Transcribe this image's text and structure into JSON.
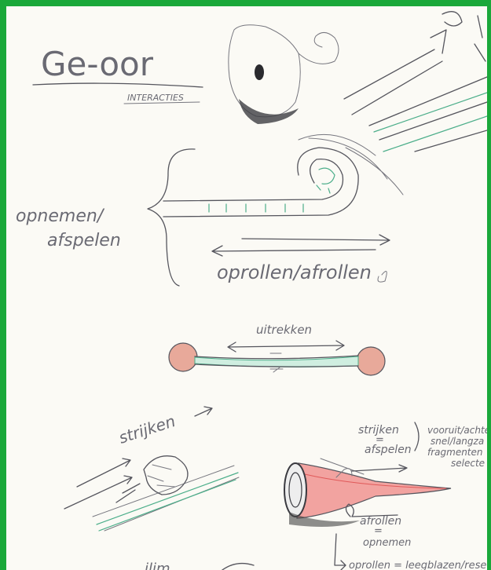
{
  "sketch": {
    "title": "Ge-oor",
    "subtitle": "INTERACTIES",
    "record_label_1": "opnemen/",
    "record_label_2": "afspelen",
    "roll_label": "oprollen/afrollen",
    "stretch_label": "uitrekken",
    "stroke_label": "strijken",
    "note_stroke": "strijken",
    "note_equals_1": "=",
    "note_play": "afspelen",
    "note_options_1": "vooruit/achte",
    "note_options_2": "snel/langza",
    "note_options_3": "fragmenten",
    "note_options_4": "selecte",
    "note_unroll": "afrollen",
    "note_equals_2": "=",
    "note_record": "opnemen",
    "note_bottom": "oprollen = leegblazen/rese",
    "note_cut": "ilim"
  },
  "colors": {
    "frame": "#1aa83a",
    "paper": "#fbfaf5",
    "ink": "#55555d",
    "green_ink": "#4cae8a",
    "pink": "#e8a99a",
    "red": "#e05a5a"
  }
}
